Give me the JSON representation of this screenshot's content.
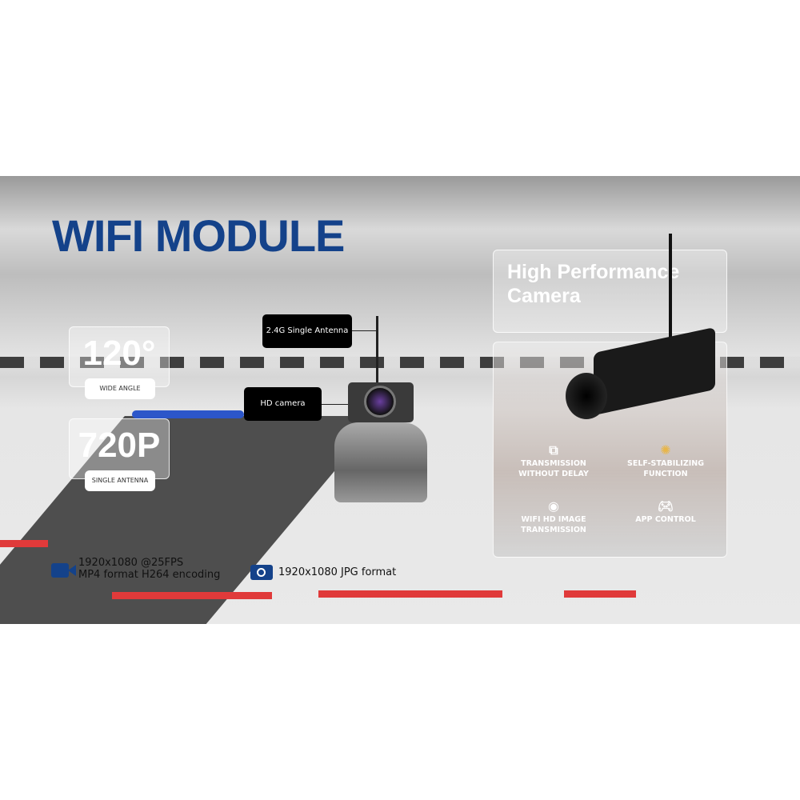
{
  "title": "WIFI MODULE",
  "stats": [
    {
      "value": "120°",
      "label": "WIDE ANGLE"
    },
    {
      "value": "720P",
      "label": "SINGLE ANTENNA"
    }
  ],
  "callouts": {
    "antenna": "2.4G Single Antenna",
    "camera": "HD camera"
  },
  "specs": {
    "video_line1": "1920x1080 @25FPS",
    "video_line2": "MP4 format  H264 encoding",
    "photo": "1920x1080  JPG format"
  },
  "panel": {
    "heading": "High Performance Camera",
    "features": [
      {
        "icon": "transmission-icon",
        "label": "TRANSMISSION WITHOUT DELAY"
      },
      {
        "icon": "gyro-icon",
        "label": "SELF-STABILIZING FUNCTION"
      },
      {
        "icon": "wifi-camera-icon",
        "label": "WIFI HD IMAGE TRANSMISSION"
      },
      {
        "icon": "gamepad-icon",
        "label": "APP CONTROL"
      }
    ]
  },
  "colors": {
    "title": "#14428a",
    "icon_blue": "#14428a",
    "accent_red": "#e03a3a"
  }
}
